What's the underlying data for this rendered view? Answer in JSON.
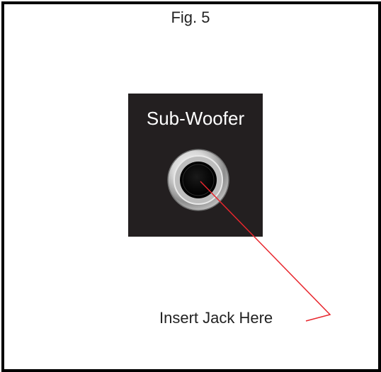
{
  "figure": {
    "caption": "Fig. 5"
  },
  "panel": {
    "label": "Sub-Woofer",
    "background_color": "#231f20",
    "jack_icon": "audio-jack-icon"
  },
  "callout": {
    "text": "Insert Jack Here",
    "line_color": "#e8262d"
  }
}
